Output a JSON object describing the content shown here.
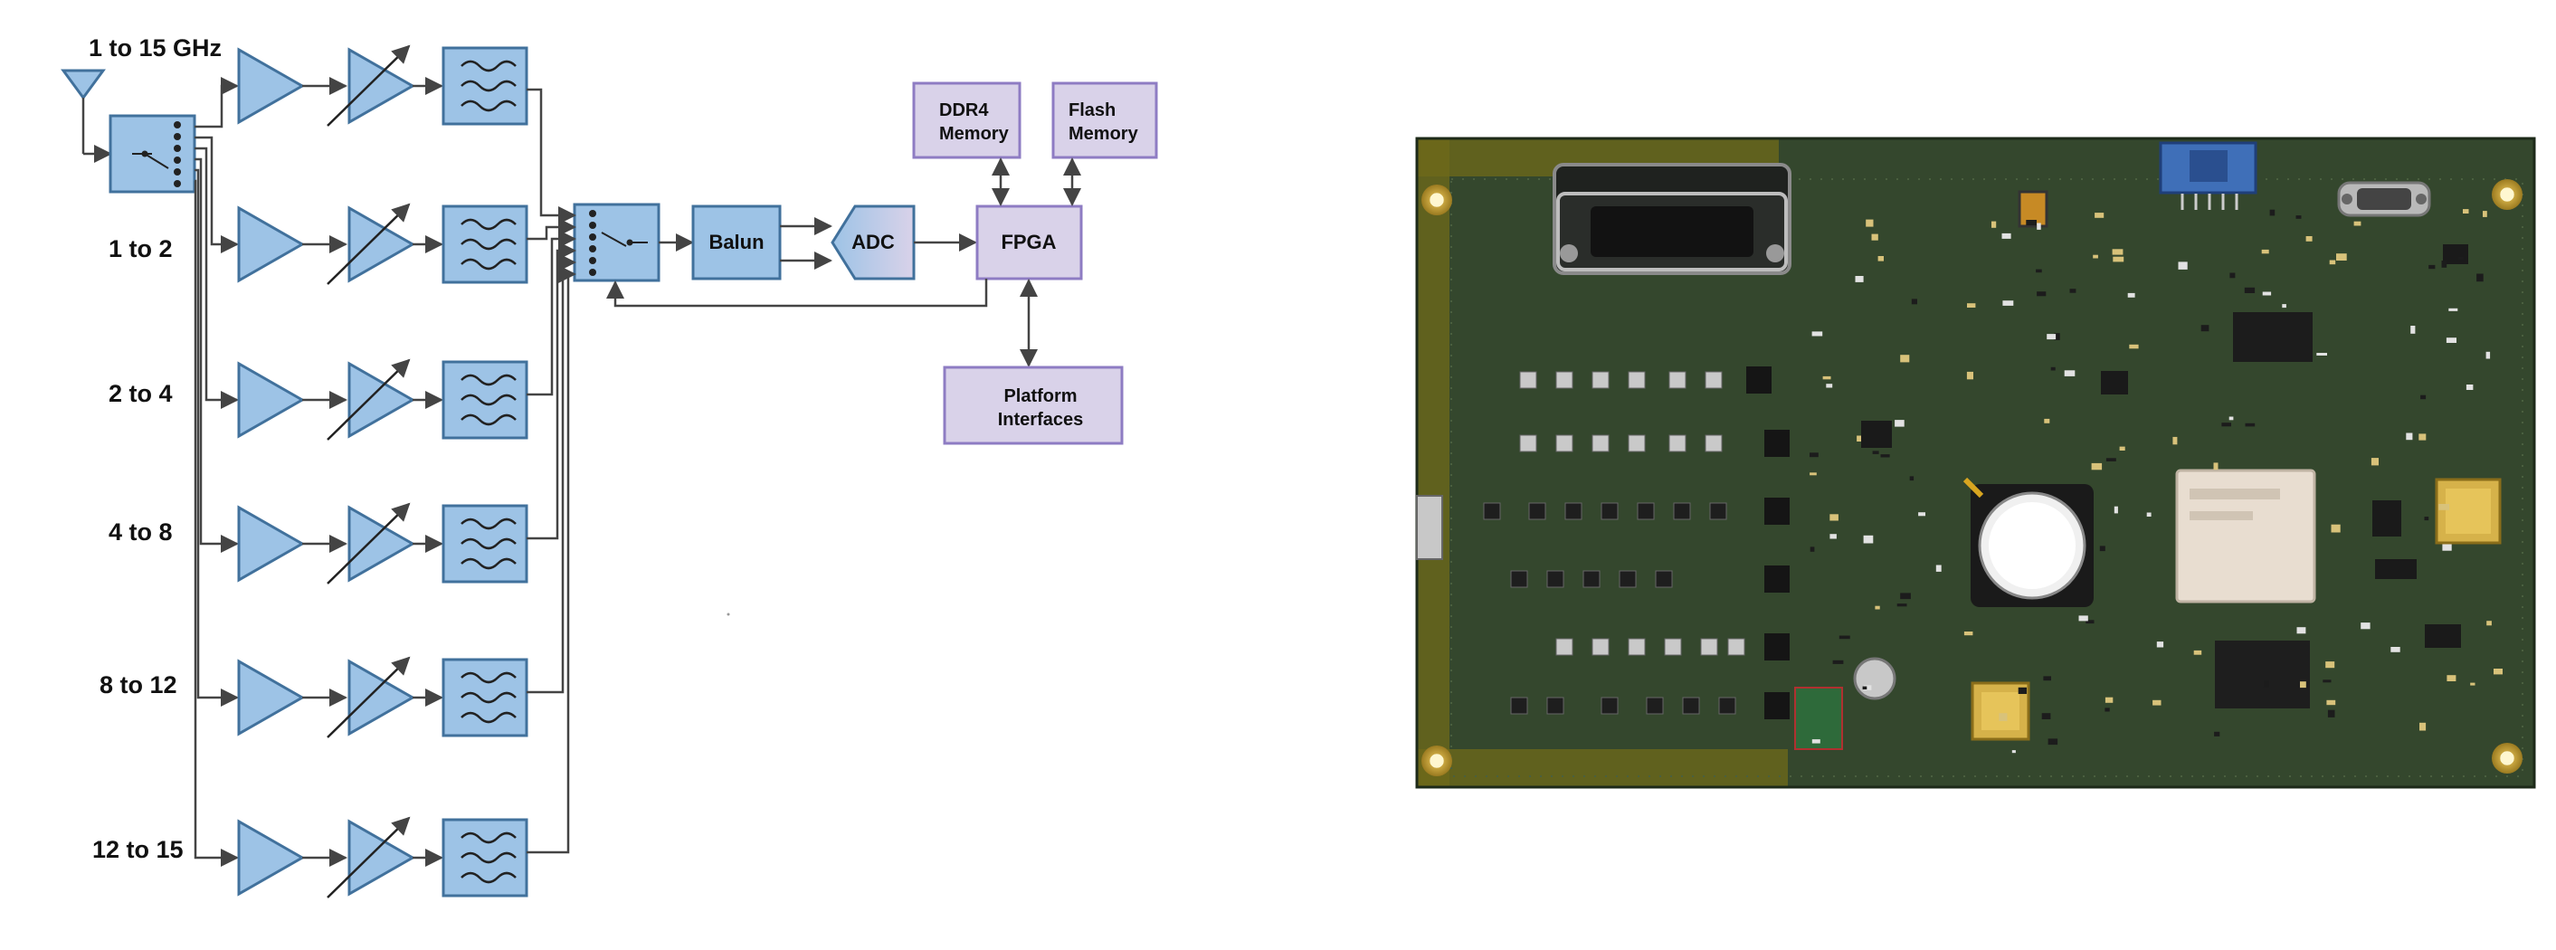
{
  "diagram": {
    "band_labels": [
      "1 to 15 GHz",
      "1 to 2",
      "2 to 4",
      "4 to 8",
      "8 to 12",
      "12 to 15"
    ],
    "blocks": {
      "balun": "Balun",
      "adc": "ADC",
      "fpga": "FPGA",
      "ddr4_line1": "DDR4",
      "ddr4_line2": "Memory",
      "flash_line1": "Flash",
      "flash_line2": "Memory",
      "platform_line1": "Platform",
      "platform_line2": "Interfaces"
    },
    "colors": {
      "rf_block_fill": "#9dc3e6",
      "rf_block_stroke": "#41719c",
      "digital_block_fill": "#d9d2e9",
      "digital_block_stroke": "#8e7cc3",
      "line": "#444444"
    },
    "icons": [
      "antenna-icon",
      "switch-icon",
      "amplifier-icon",
      "variable-attenuator-icon",
      "filter-icon",
      "adc-icon"
    ]
  },
  "photo": {
    "subject": "pcb-board",
    "colors": {
      "board": "#34472d",
      "kapton": "#6f6a1a",
      "gold": "#d6b24a",
      "blue_connector": "#3f6fb8"
    }
  }
}
